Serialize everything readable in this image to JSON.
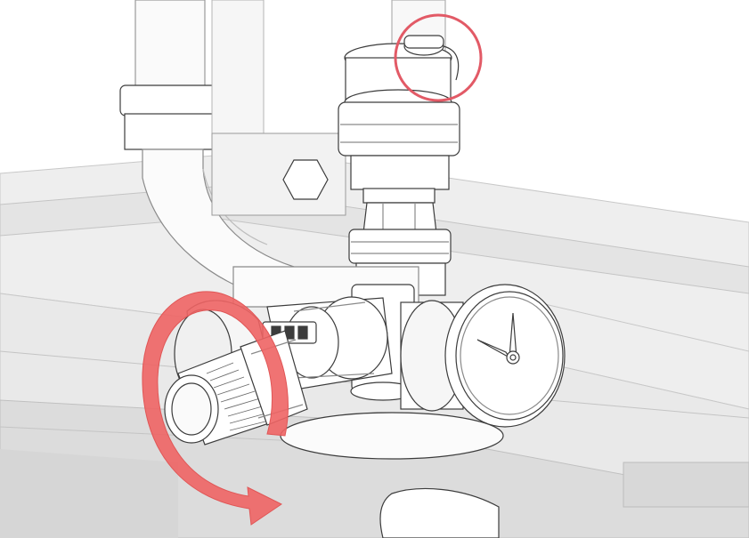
{
  "illustration": {
    "subject": "valve-assembly-with-pressure-gauge",
    "colors": {
      "line": "#3c3c3c",
      "fill": "#ffffff",
      "shade_light": "#f2f2f2",
      "shade_mid": "#e6e6e6",
      "shade_dark": "#d2d2d2",
      "highlight": "#e25a66",
      "arrow_fill": "#ee6464",
      "arrow_edge": "#e05656"
    },
    "callouts": {
      "rotate_arrow": {
        "icon": "rotate-clockwise-arrow-icon",
        "direction": "clockwise"
      },
      "highlight_circle": {
        "icon": "highlight-circle-icon",
        "target": "air-vent-cap"
      }
    },
    "gauge": {
      "icon": "pressure-gauge-icon",
      "needle_count": 2
    }
  }
}
